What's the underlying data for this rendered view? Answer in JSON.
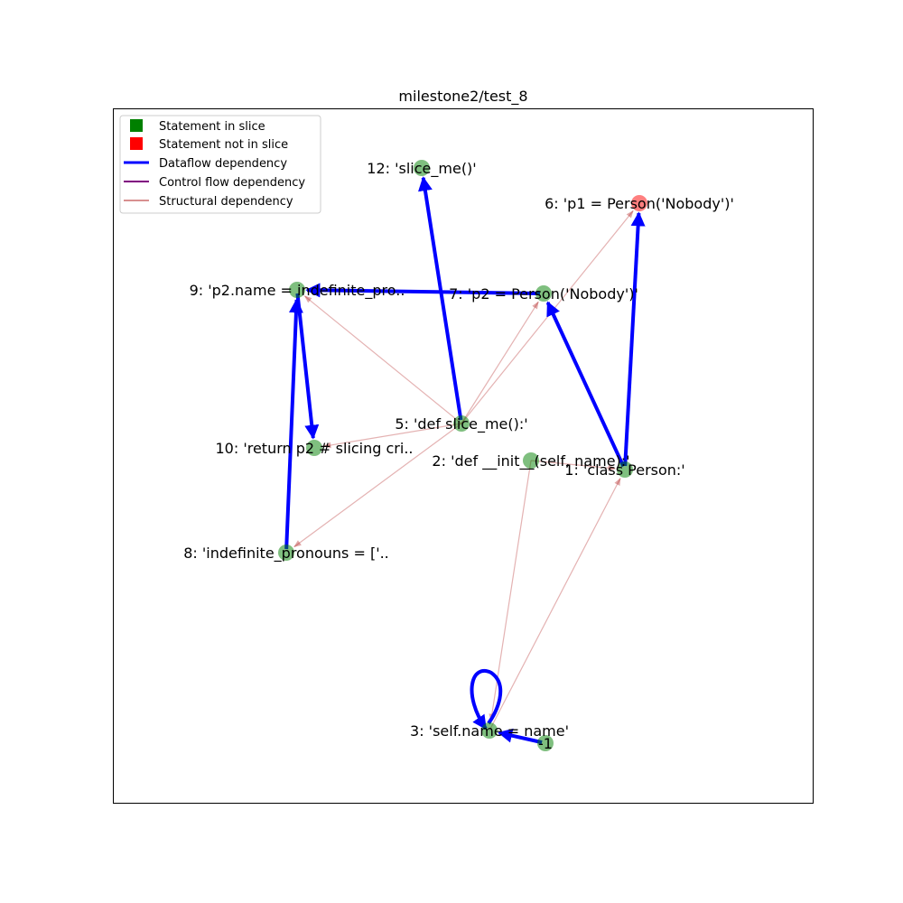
{
  "title": "milestone2/test_8",
  "legend": {
    "in_slice": "Statement in slice",
    "not_in_slice": "Statement not in slice",
    "dataflow": "Dataflow dependency",
    "control": "Control flow dependency",
    "structural": "Structural dependency"
  },
  "colors": {
    "in_slice": "#008000",
    "not_in_slice": "#ff0000",
    "dataflow": "#0000ff",
    "control": "#800080",
    "structural": "#b22222"
  },
  "nodes": [
    {
      "id": "12",
      "label": "12: 'slice_me()'",
      "in_slice": true
    },
    {
      "id": "6",
      "label": "6: 'p1 = Person('Nobody')'",
      "in_slice": false
    },
    {
      "id": "9",
      "label": "9: 'p2.name = indefinite_pro..",
      "in_slice": true
    },
    {
      "id": "7",
      "label": "7: 'p2 = Person('Nobody')'",
      "in_slice": true
    },
    {
      "id": "5",
      "label": "5: 'def slice_me():'",
      "in_slice": true
    },
    {
      "id": "10",
      "label": "10: 'return p2 # slicing cri..",
      "in_slice": true
    },
    {
      "id": "2",
      "label": "2: 'def __init__(self, name):'",
      "in_slice": true
    },
    {
      "id": "1",
      "label": "1: 'class Person:'",
      "in_slice": true
    },
    {
      "id": "8",
      "label": "8: 'indefinite_pronouns = ['..",
      "in_slice": true
    },
    {
      "id": "3",
      "label": "3: 'self.name = name'",
      "in_slice": true
    },
    {
      "id": "-1",
      "label": "-1",
      "in_slice": true
    }
  ],
  "edges": [
    {
      "from": "5",
      "to": "9",
      "kind": "structural"
    },
    {
      "from": "5",
      "to": "7",
      "kind": "structural"
    },
    {
      "from": "5",
      "to": "6",
      "kind": "structural"
    },
    {
      "from": "5",
      "to": "10",
      "kind": "structural"
    },
    {
      "from": "5",
      "to": "8",
      "kind": "structural"
    },
    {
      "from": "2",
      "to": "3",
      "kind": "structural"
    },
    {
      "from": "2",
      "to": "1",
      "kind": "structural"
    },
    {
      "from": "3",
      "to": "1",
      "kind": "structural"
    },
    {
      "from": "5",
      "to": "12",
      "kind": "dataflow"
    },
    {
      "from": "1",
      "to": "6",
      "kind": "dataflow"
    },
    {
      "from": "1",
      "to": "7",
      "kind": "dataflow"
    },
    {
      "from": "7",
      "to": "9",
      "kind": "dataflow"
    },
    {
      "from": "8",
      "to": "9",
      "kind": "dataflow"
    },
    {
      "from": "9",
      "to": "10",
      "kind": "dataflow"
    },
    {
      "from": "-1",
      "to": "3",
      "kind": "dataflow"
    },
    {
      "from": "3",
      "to": "3",
      "kind": "dataflow"
    }
  ]
}
